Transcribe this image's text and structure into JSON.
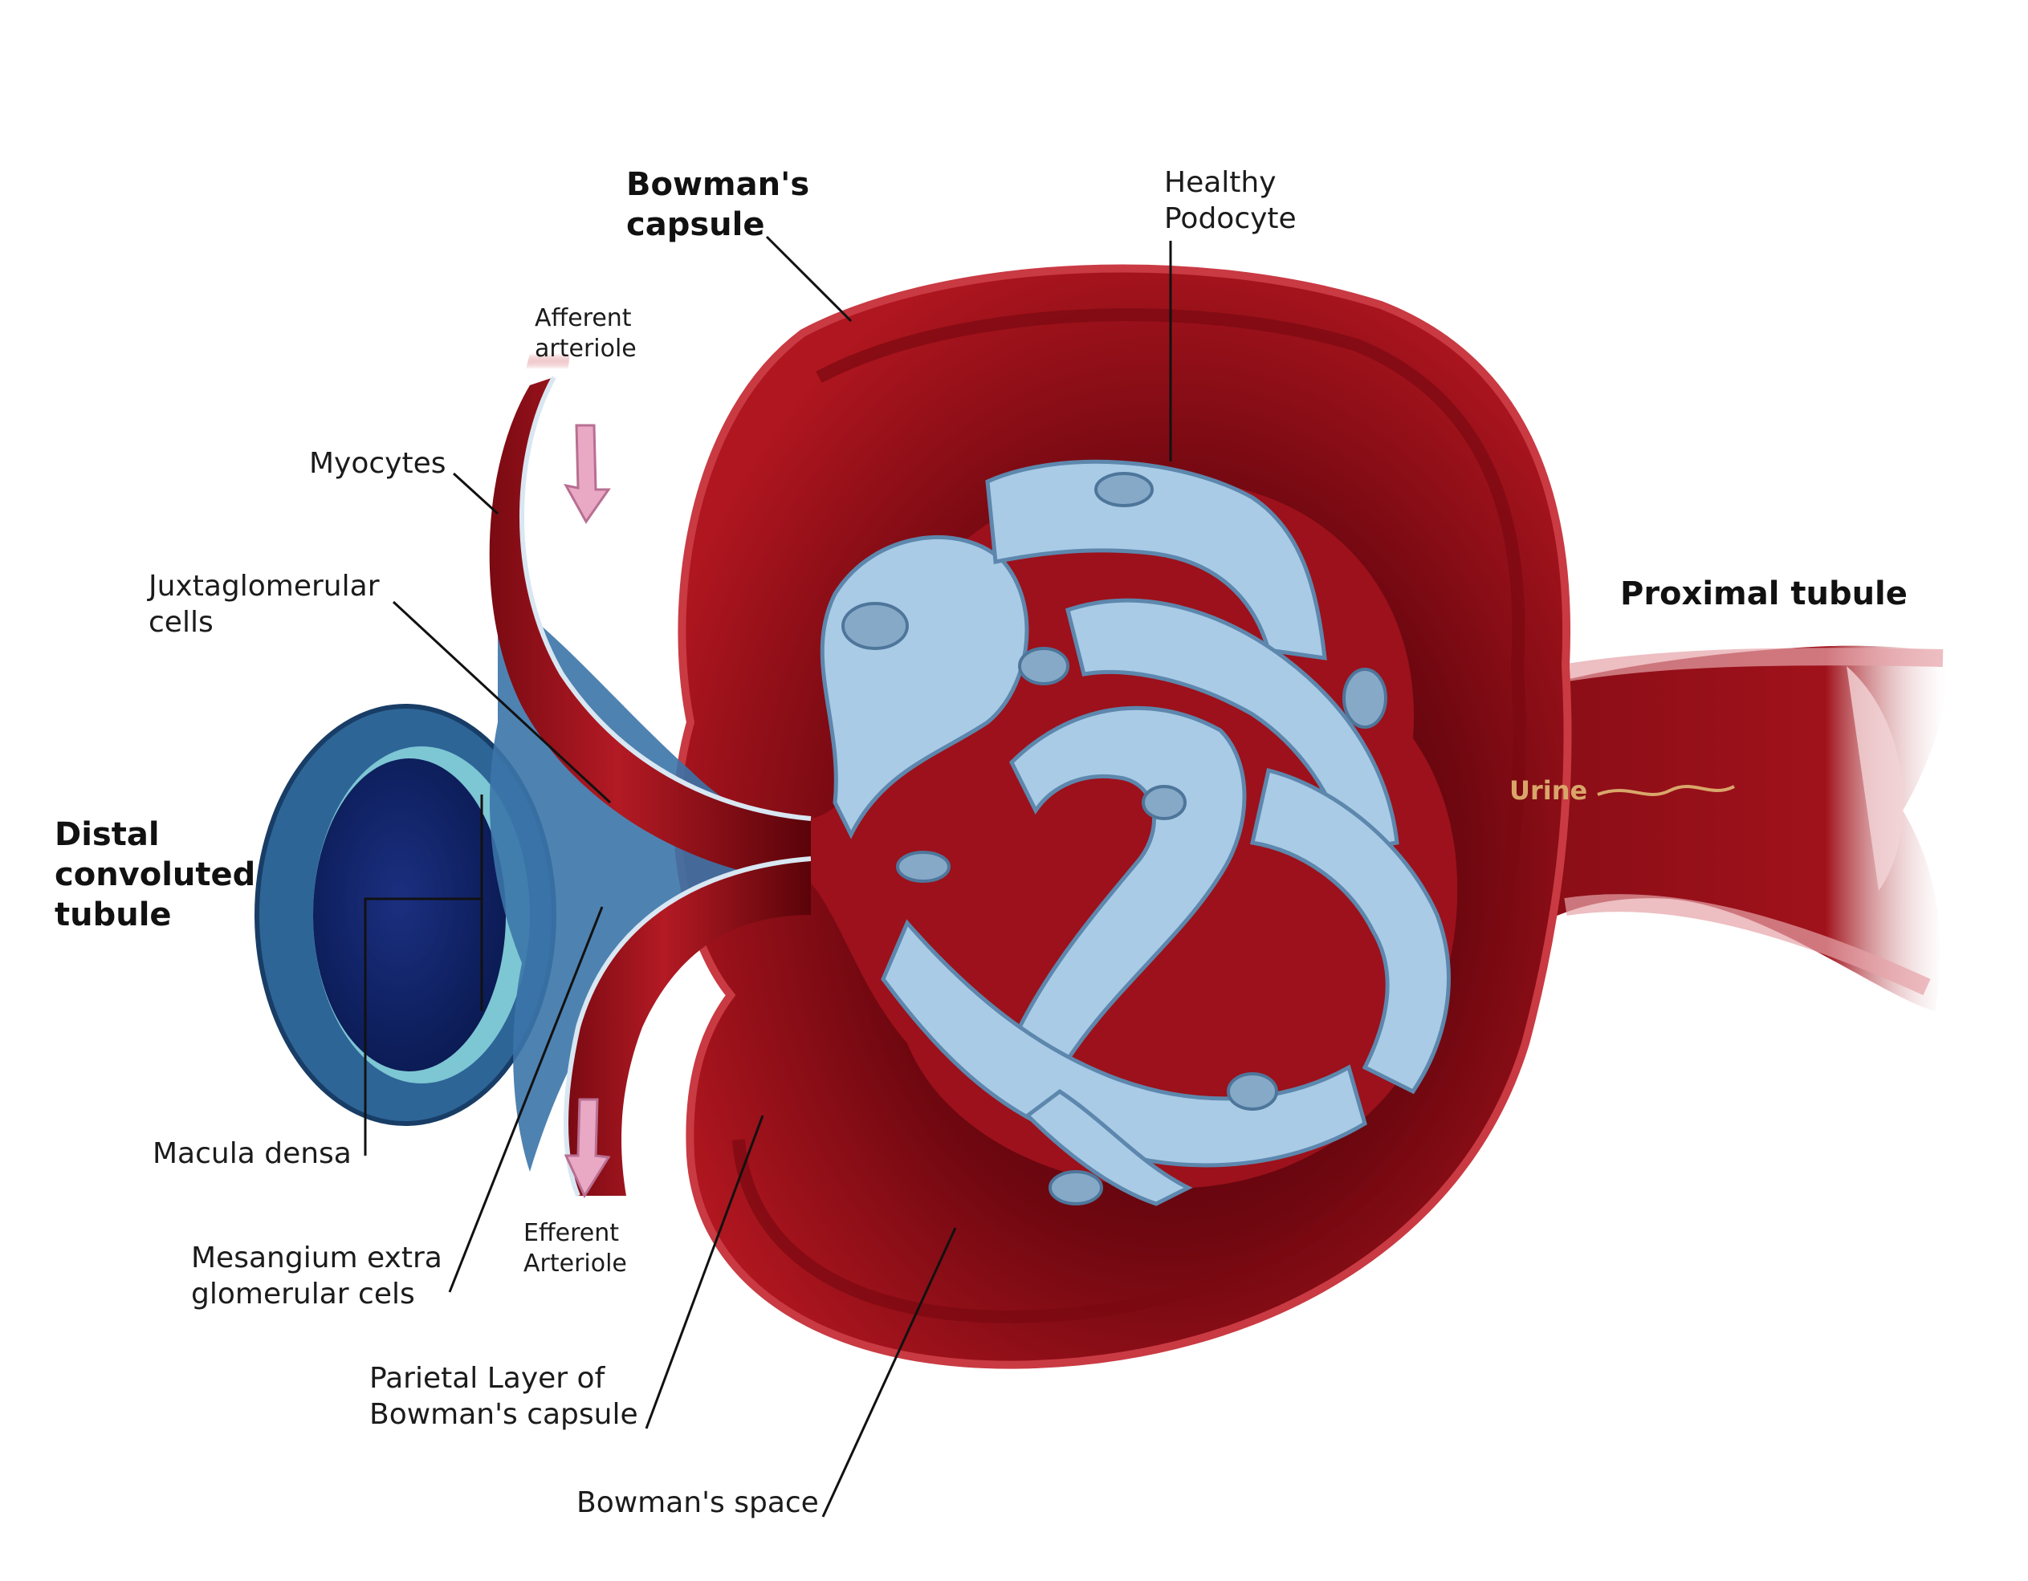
{
  "labels": {
    "bowmans_capsule": [
      "Bowman's",
      "capsule"
    ],
    "healthy_podocyte": [
      "Healthy",
      "Podocyte"
    ],
    "afferent_arteriole": [
      "Afferent",
      "arteriole"
    ],
    "myocytes": "Myocytes",
    "juxtaglomerular_cells": [
      "Juxtaglomerular",
      "cells"
    ],
    "proximal_tubule": "Proximal tubule",
    "distal_convoluted_tubule": [
      "Distal",
      "convoluted",
      "tubule"
    ],
    "urine": "Urine",
    "macula_densa": "Macula densa",
    "efferent_arteriole": [
      "Efferent",
      "Arteriole"
    ],
    "mesangium": [
      "Mesangium extra",
      "glomerular cels"
    ],
    "parietal_layer": [
      "Parietal Layer of",
      "Bowman's capsule"
    ],
    "bowmans_space": "Bowman's space"
  },
  "colors": {
    "capsule_red": "#a3131d",
    "capsule_dark": "#5a0309",
    "podocyte_blue": "#a9cbe6",
    "tubule_blue": "#3c77a8",
    "lumen_navy": "#0f2366",
    "arrow_pink": "#e9a8c4",
    "urine_gold": "#d9a66a"
  }
}
